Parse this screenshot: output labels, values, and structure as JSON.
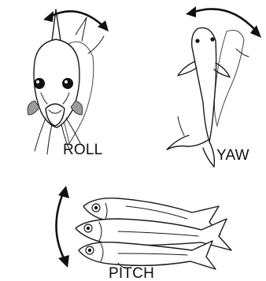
{
  "labels": {
    "roll": "ROLL",
    "yaw": "YAW",
    "pitch": "PITCH"
  }
}
